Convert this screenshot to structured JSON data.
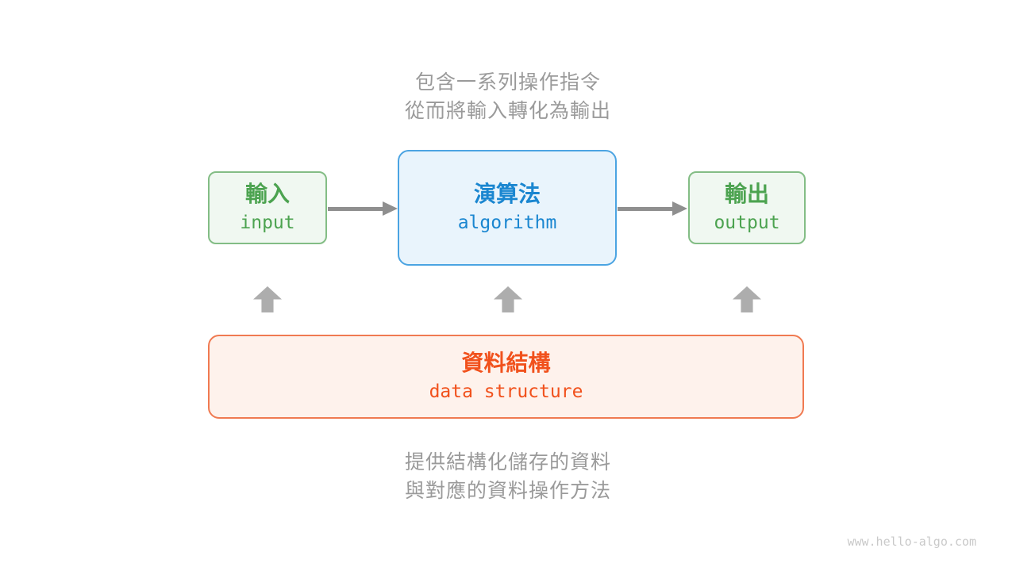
{
  "page": {
    "watermark": "www.hello-algo.com"
  },
  "captions": {
    "top_line1": "包含一系列操作指令",
    "top_line2": "從而將輸入轉化為輸出",
    "bottom_line1": "提供結構化儲存的資料",
    "bottom_line2": "與對應的資料操作方法"
  },
  "nodes": {
    "input": {
      "title": "輸入",
      "subtitle": "input"
    },
    "algorithm": {
      "title": "演算法",
      "subtitle": "algorithm"
    },
    "output": {
      "title": "輸出",
      "subtitle": "output"
    },
    "data_structure": {
      "title": "資料結構",
      "subtitle": "data structure"
    }
  },
  "icons": {
    "right_arrow": "css-shaft-plus-triangle-right",
    "up_arrow": "css-block-arrow-up"
  },
  "colors": {
    "green_text": "#4ca350",
    "green_border": "#83bd85",
    "green_bg": "#f0f8f1",
    "blue_text": "#1a86d0",
    "blue_border": "#4ba4e2",
    "blue_bg": "#e9f4fc",
    "orange_text": "#f1511c",
    "orange_border": "#f07a51",
    "orange_bg": "#fef2ec",
    "caption_gray": "#9a9a9a",
    "arrow_gray": "#8f8f8f",
    "block_arrow_gray": "#adadad",
    "watermark_gray": "#c9c9c9",
    "background": "#ffffff"
  }
}
